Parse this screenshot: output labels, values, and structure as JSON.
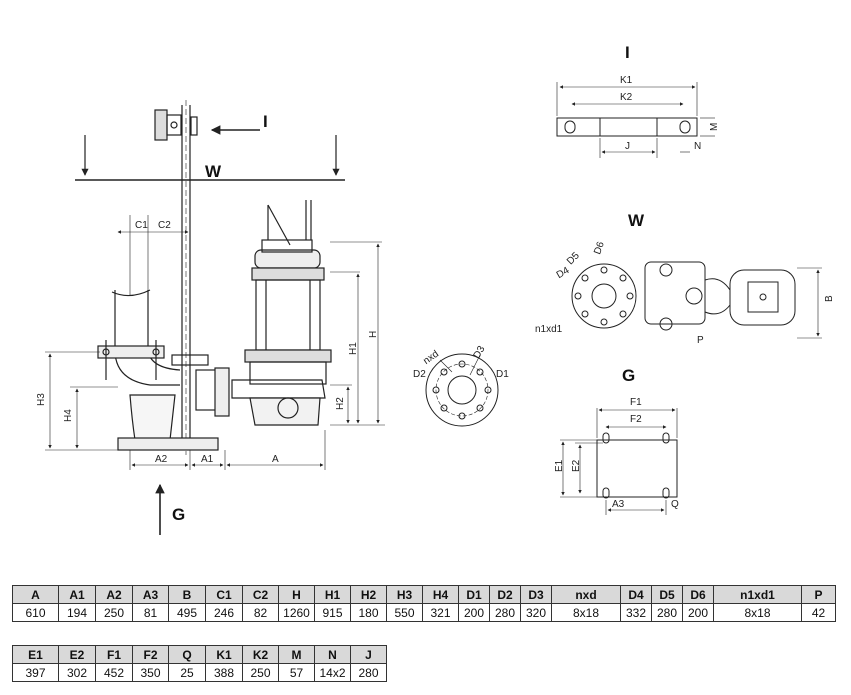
{
  "view_labels": {
    "view_i_arrow": "I",
    "view_w_arrow": "W",
    "view_g_arrow": "G",
    "view_i_title": "I",
    "view_w_title": "W",
    "view_g_title": "G"
  },
  "dimension_labels": {
    "C1": "C1",
    "C2": "C2",
    "H": "H",
    "H1": "H1",
    "H2": "H2",
    "H3": "H3",
    "H4": "H4",
    "A": "A",
    "A1": "A1",
    "A2": "A2",
    "A3": "A3",
    "K1": "K1",
    "K2": "K2",
    "J": "J",
    "M": "M",
    "N": "N",
    "D1": "D1",
    "D2": "D2",
    "D3": "D3",
    "nxd": "nxd",
    "D4": "D4",
    "D5": "D5",
    "D6": "D6",
    "n1xd1": "n1xd1",
    "P": "P",
    "B": "B",
    "E1": "E1",
    "E2": "E2",
    "F1": "F1",
    "F2": "F2",
    "Q": "Q"
  },
  "table1": {
    "headers": [
      "A",
      "A1",
      "A2",
      "A3",
      "B",
      "C1",
      "C2",
      "H",
      "H1",
      "H2",
      "H3",
      "H4",
      "D1",
      "D2",
      "D3",
      "nxd",
      "D4",
      "D5",
      "D6",
      "n1xd1",
      "P"
    ],
    "values": [
      "610",
      "194",
      "250",
      "81",
      "495",
      "246",
      "82",
      "1260",
      "915",
      "180",
      "550",
      "321",
      "200",
      "280",
      "320",
      "8x18",
      "332",
      "280",
      "200",
      "8x18",
      "42"
    ]
  },
  "table2": {
    "headers": [
      "E1",
      "E2",
      "F1",
      "F2",
      "Q",
      "K1",
      "K2",
      "M",
      "N",
      "J"
    ],
    "values": [
      "397",
      "302",
      "452",
      "350",
      "25",
      "388",
      "250",
      "57",
      "14x2",
      "280"
    ]
  }
}
